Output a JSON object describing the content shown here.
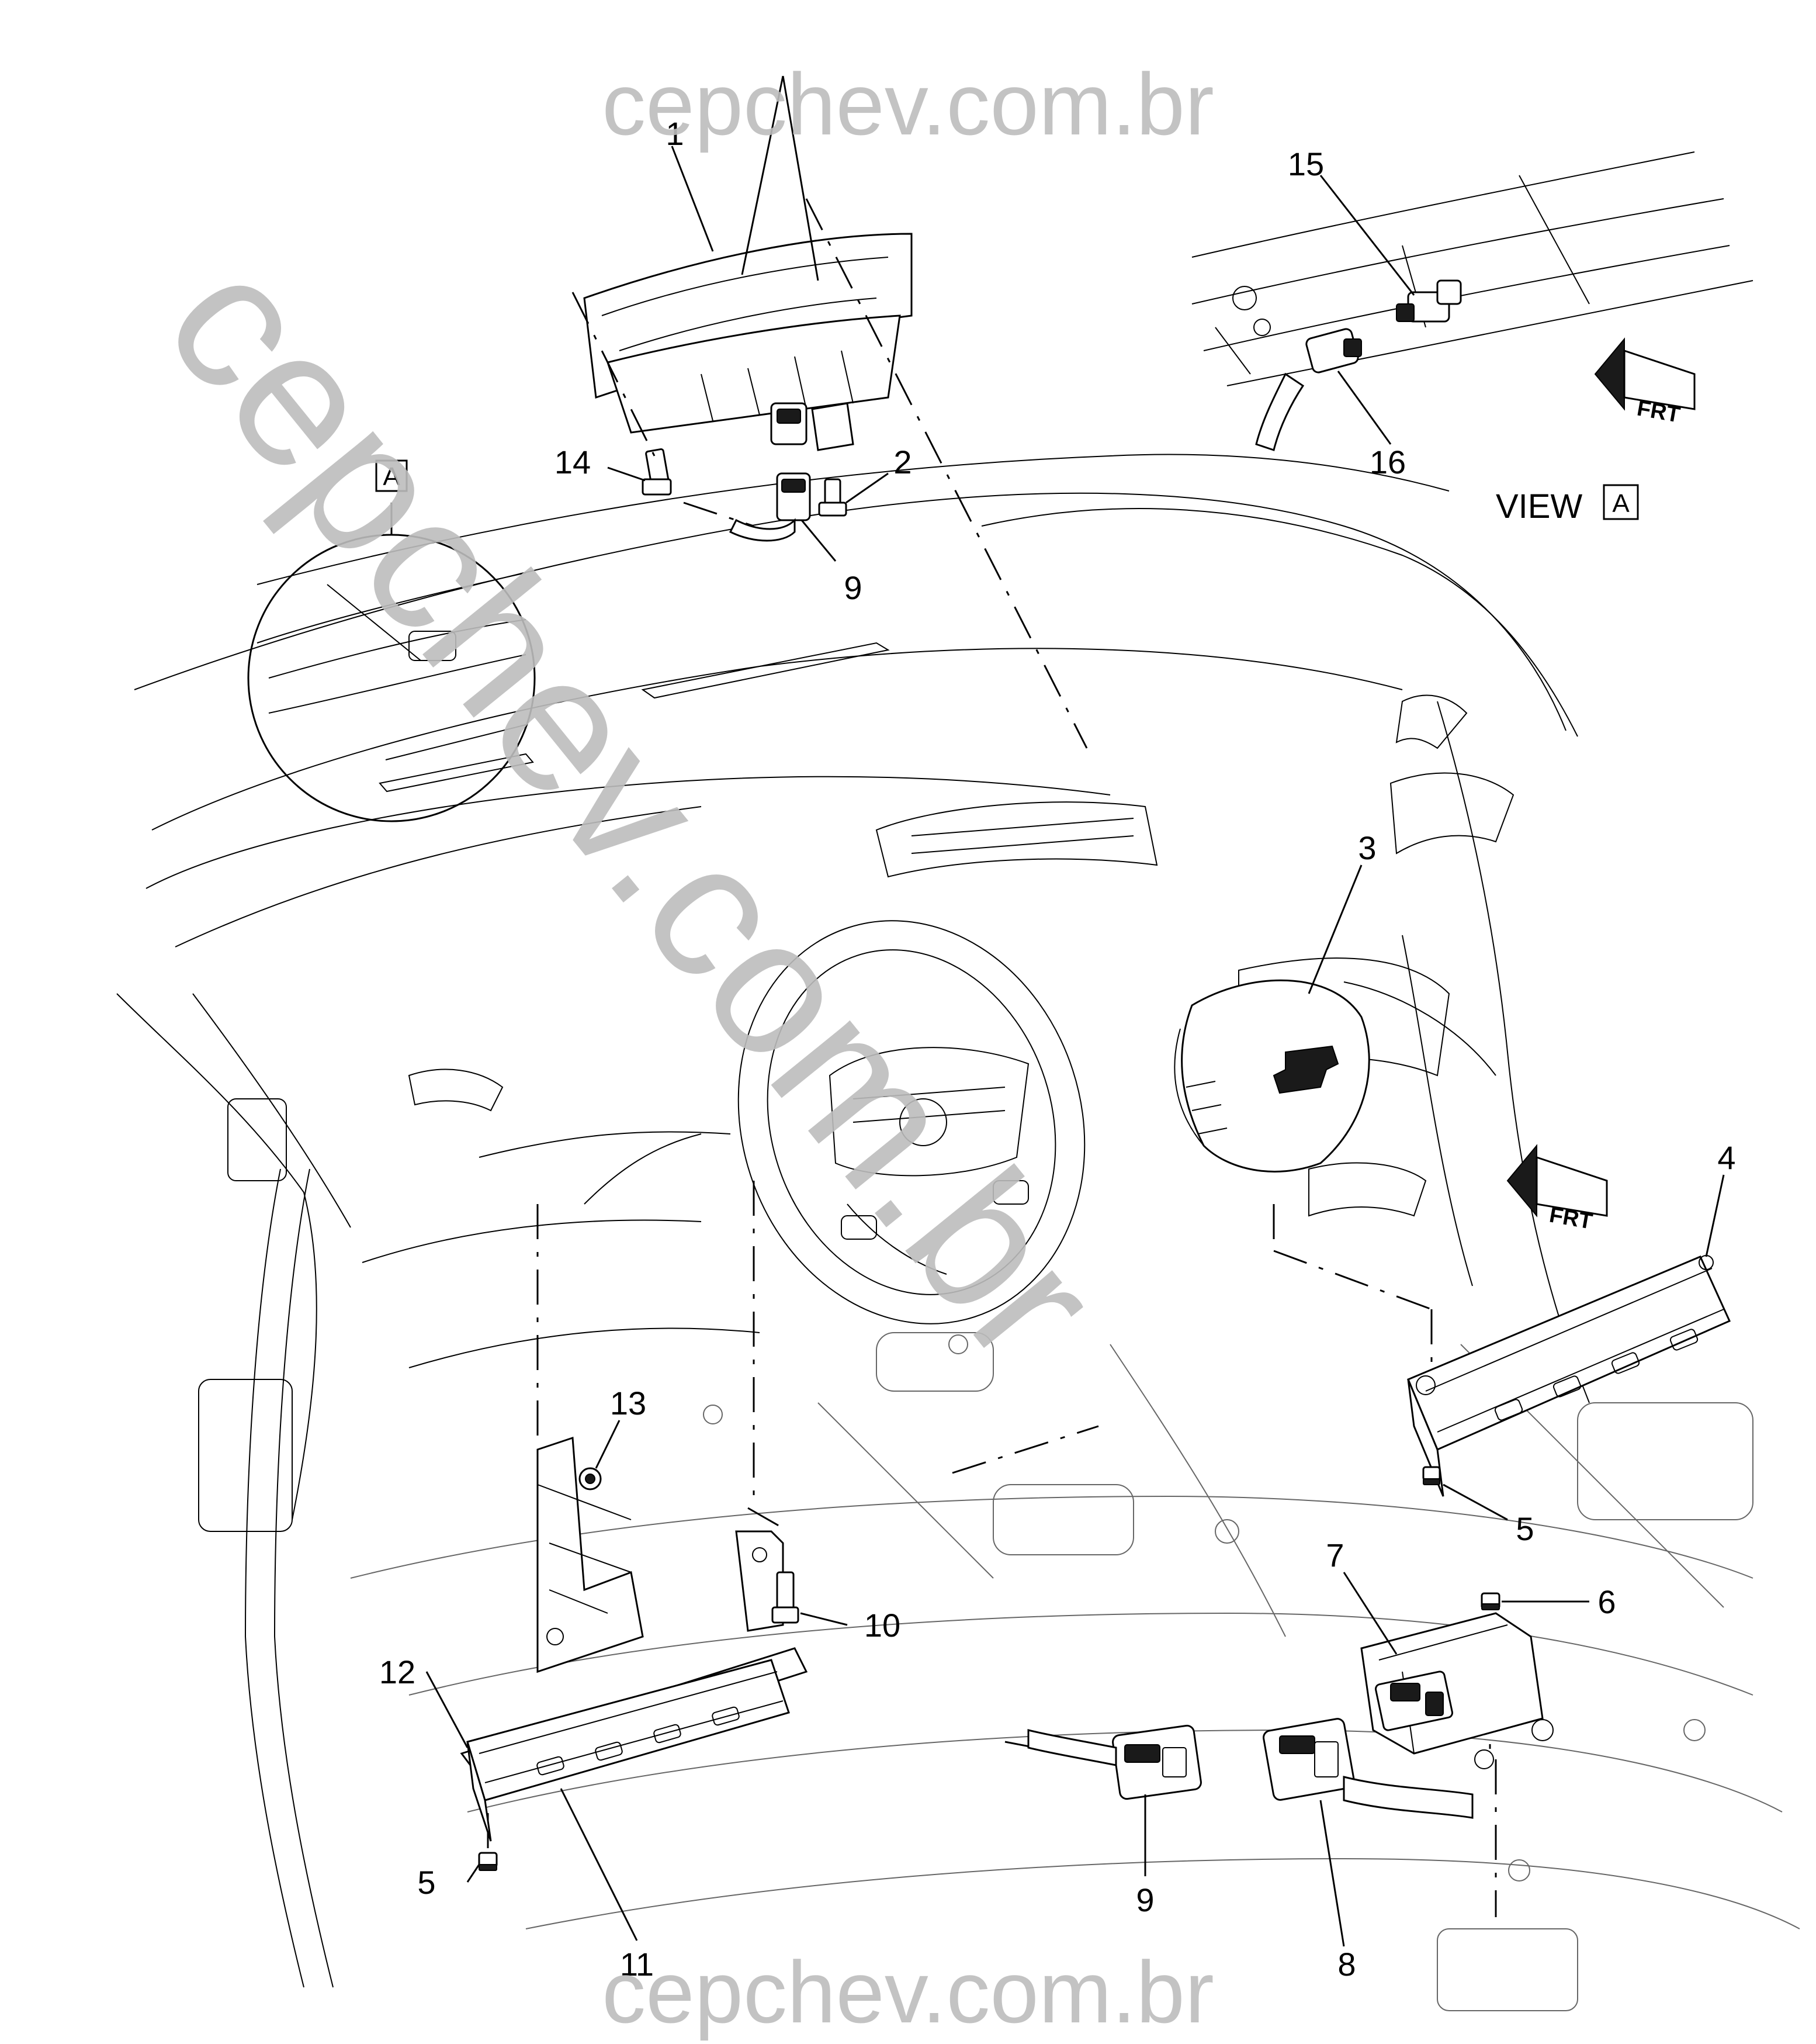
{
  "watermark": {
    "top": "cepchev.com.br",
    "bottom": "cepchev.com.br",
    "diagonal": "cepchev.com.br",
    "color": "#bdbdbd"
  },
  "callouts": [
    "1",
    "2",
    "3",
    "4",
    "5",
    "5",
    "6",
    "7",
    "8",
    "9",
    "9",
    "10",
    "11",
    "12",
    "13",
    "14",
    "15",
    "16"
  ],
  "view": {
    "marker": "A",
    "label": "VIEW",
    "letter": "A"
  },
  "direction_indicator": {
    "text": "FRT",
    "icon": "front-direction-arrow-icon"
  }
}
